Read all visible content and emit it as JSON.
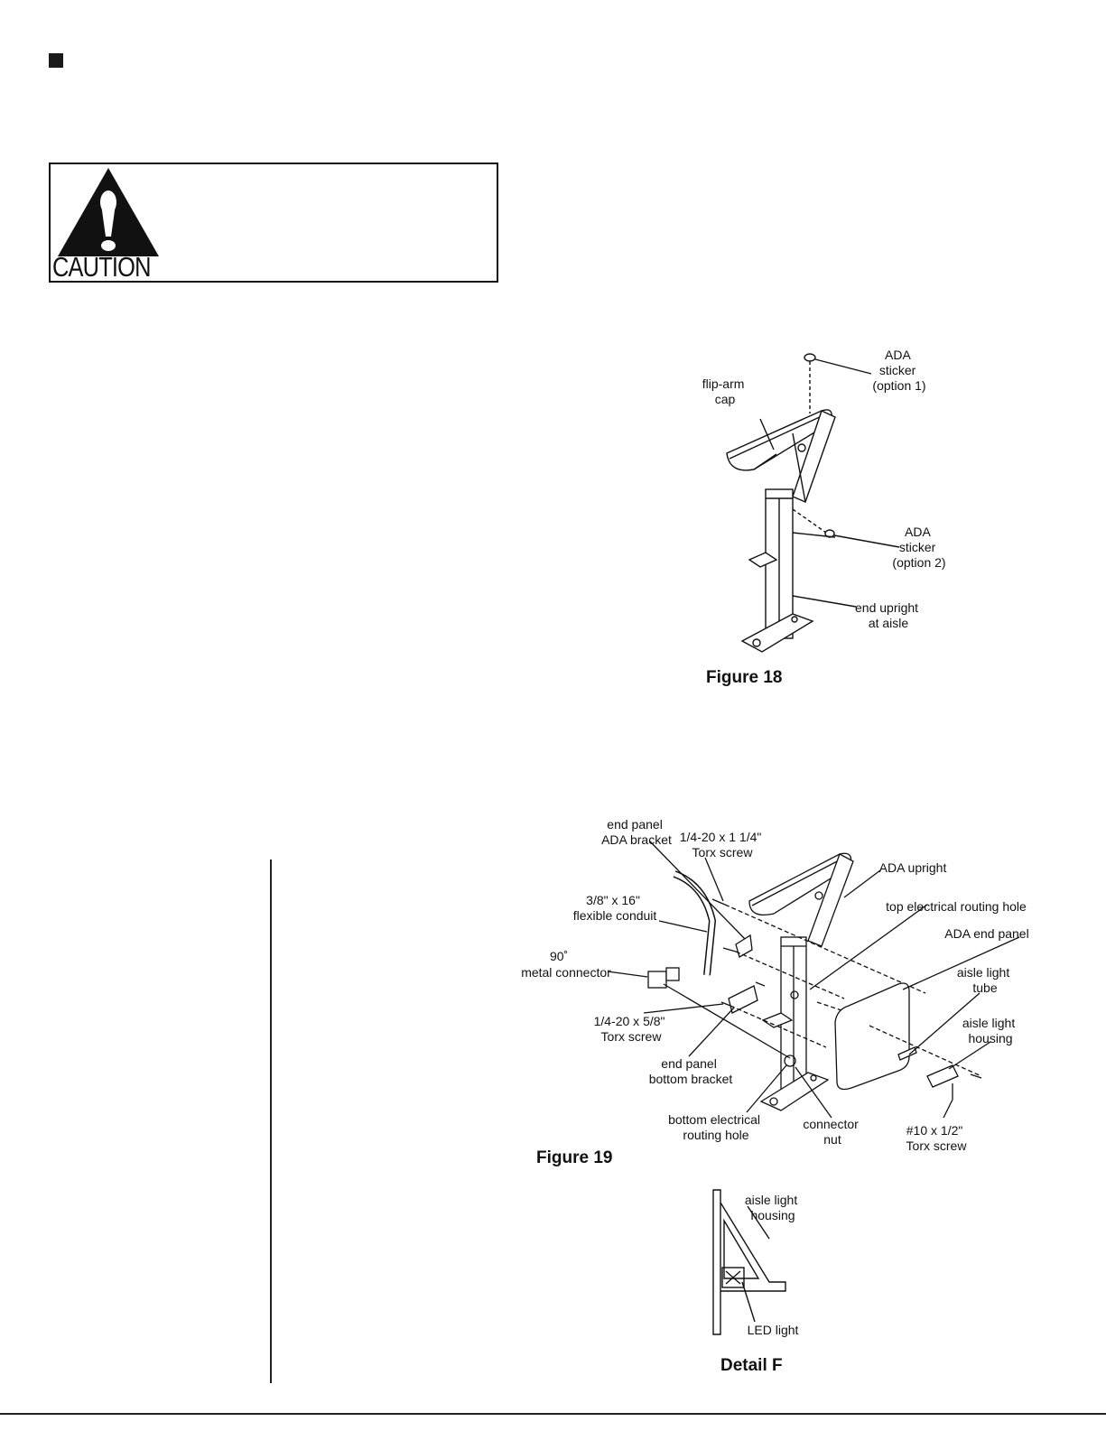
{
  "caution": {
    "label": "CAUTION",
    "icon": "exclamation-triangle-icon"
  },
  "figure18": {
    "caption": "Figure 18",
    "labels": {
      "ada_sticker_1": [
        "ADA",
        "sticker",
        "(option 1)"
      ],
      "flip_arm_cap": [
        "flip-arm",
        "cap"
      ],
      "ada_sticker_2": [
        "ADA",
        "sticker",
        "(option 2)"
      ],
      "end_upright": [
        "end upright",
        "at aisle"
      ]
    }
  },
  "figure19": {
    "caption": "Figure 19",
    "labels": {
      "end_panel_ada_bracket": [
        "end panel",
        "ADA bracket"
      ],
      "torx_screw_long": [
        "1/4-20 x 1 1/4\"",
        "Torx screw"
      ],
      "ada_upright": [
        "ADA upright"
      ],
      "top_routing_hole": [
        "top electrical routing hole"
      ],
      "flexible_conduit": [
        "3/8\" x 16\"",
        "flexible conduit"
      ],
      "ada_end_panel": [
        "ADA end panel"
      ],
      "metal_connector": [
        "90˚",
        "metal connector"
      ],
      "aisle_light_tube": [
        "aisle light",
        "tube"
      ],
      "aisle_light_housing": [
        "aisle light",
        "housing"
      ],
      "torx_screw_short": [
        "1/4-20 x 5/8\"",
        "Torx screw"
      ],
      "end_panel_bottom_bracket": [
        "end panel",
        "bottom bracket"
      ],
      "bottom_routing_hole": [
        "bottom electrical",
        "routing hole"
      ],
      "connector_nut": [
        "connector",
        "nut"
      ],
      "torx_screw_10": [
        "#10 x 1/2\"",
        "Torx screw"
      ]
    }
  },
  "detailF": {
    "caption": "Detail F",
    "labels": {
      "aisle_light_housing": [
        "aisle light",
        "housing"
      ],
      "led_light": [
        "LED light"
      ]
    }
  }
}
